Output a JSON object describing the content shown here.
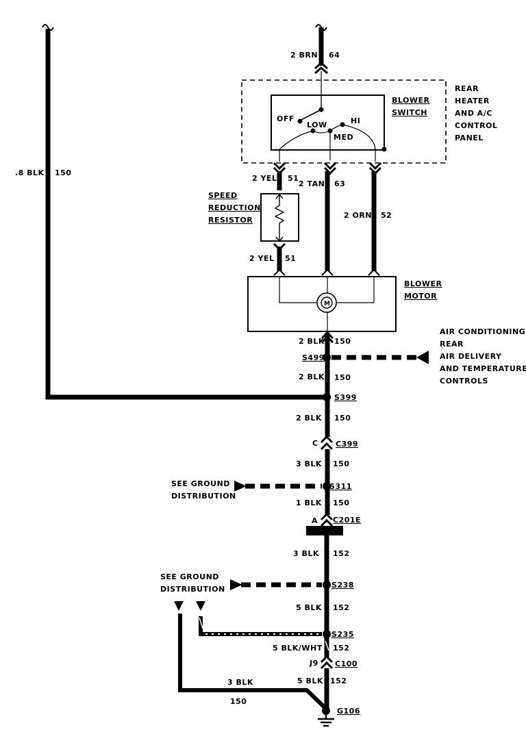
{
  "wires": {
    "w150_main": {
      "gauge": ".8 BLK",
      "circuit": "150"
    },
    "w64": {
      "gauge": "2 BRN",
      "circuit": "64"
    },
    "w51_top": {
      "gauge": "2 YEL",
      "circuit": "51"
    },
    "w63": {
      "gauge": "2 TAN",
      "circuit": "63"
    },
    "w52": {
      "gauge": "2 ORN",
      "circuit": "52"
    },
    "w51_bot": {
      "gauge": "2 YEL",
      "circuit": "51"
    },
    "w150_a": {
      "gauge": "2 BLK",
      "circuit": "150"
    },
    "w150_b": {
      "gauge": "2 BLK",
      "circuit": "150"
    },
    "w150_c": {
      "gauge": "2 BLK",
      "circuit": "150"
    },
    "w150_d": {
      "gauge": "3 BLK",
      "circuit": "150"
    },
    "w150_e": {
      "gauge": "1 BLK",
      "circuit": "150"
    },
    "w152_a": {
      "gauge": "3 BLK",
      "circuit": "152"
    },
    "w152_b": {
      "gauge": "5 BLK",
      "circuit": "152"
    },
    "w152_c": {
      "gauge": "5 BLK/WHT",
      "circuit": "152"
    },
    "w152_d": {
      "gauge": "5 BLK",
      "circuit": "152"
    },
    "w150_g": {
      "gauge": "3 BLK",
      "circuit": "150"
    }
  },
  "components": {
    "panel": [
      "REAR",
      "HEATER",
      "AND A/C",
      "CONTROL",
      "PANEL"
    ],
    "blower_switch": [
      "BLOWER",
      "SWITCH"
    ],
    "switch_positions": {
      "off": "OFF",
      "low": "LOW",
      "med": "MED",
      "hi": "HI"
    },
    "resistor": [
      "SPEED",
      "REDUCTION",
      "RESISTOR"
    ],
    "blower_motor": [
      "BLOWER",
      "MOTOR"
    ],
    "motor_symbol": "M",
    "ac_controls": [
      "AIR CONDITIONING",
      "REAR",
      "AIR DELIVERY",
      "AND TEMPERATURE",
      "CONTROLS"
    ],
    "see_ground_1": [
      "SEE GROUND",
      "DISTRIBUTION"
    ],
    "see_ground_2": [
      "SEE GROUND",
      "DISTRIBUTION"
    ]
  },
  "splices": {
    "s499": "S499",
    "s399": "S399",
    "s311": "S311",
    "s238": "S238",
    "s235": "S235"
  },
  "connectors": {
    "c399": {
      "name": "C399",
      "pin": "C"
    },
    "c201e": {
      "name": "C201E",
      "pin": "A"
    },
    "c100": {
      "name": "C100",
      "pin": "J9"
    }
  },
  "ground": {
    "g106": "G106"
  }
}
